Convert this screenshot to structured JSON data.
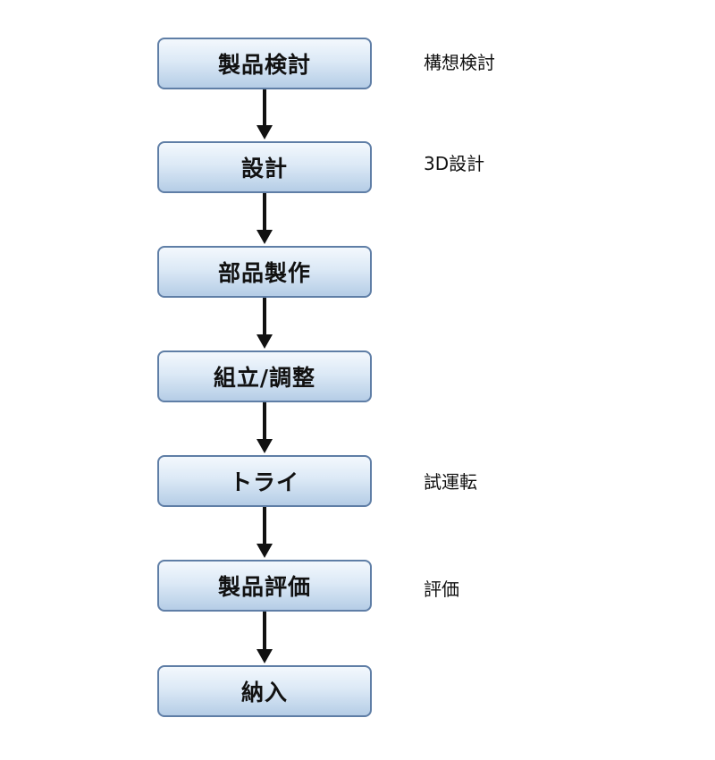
{
  "steps": [
    {
      "label": "製品検討",
      "note": "構想検討"
    },
    {
      "label": "設計",
      "note": "3D設計"
    },
    {
      "label": "部品製作",
      "note": ""
    },
    {
      "label": "組立/調整",
      "note": ""
    },
    {
      "label": "トライ",
      "note": "試運転"
    },
    {
      "label": "製品評価",
      "note": "評価"
    },
    {
      "label": "納入",
      "note": ""
    }
  ]
}
